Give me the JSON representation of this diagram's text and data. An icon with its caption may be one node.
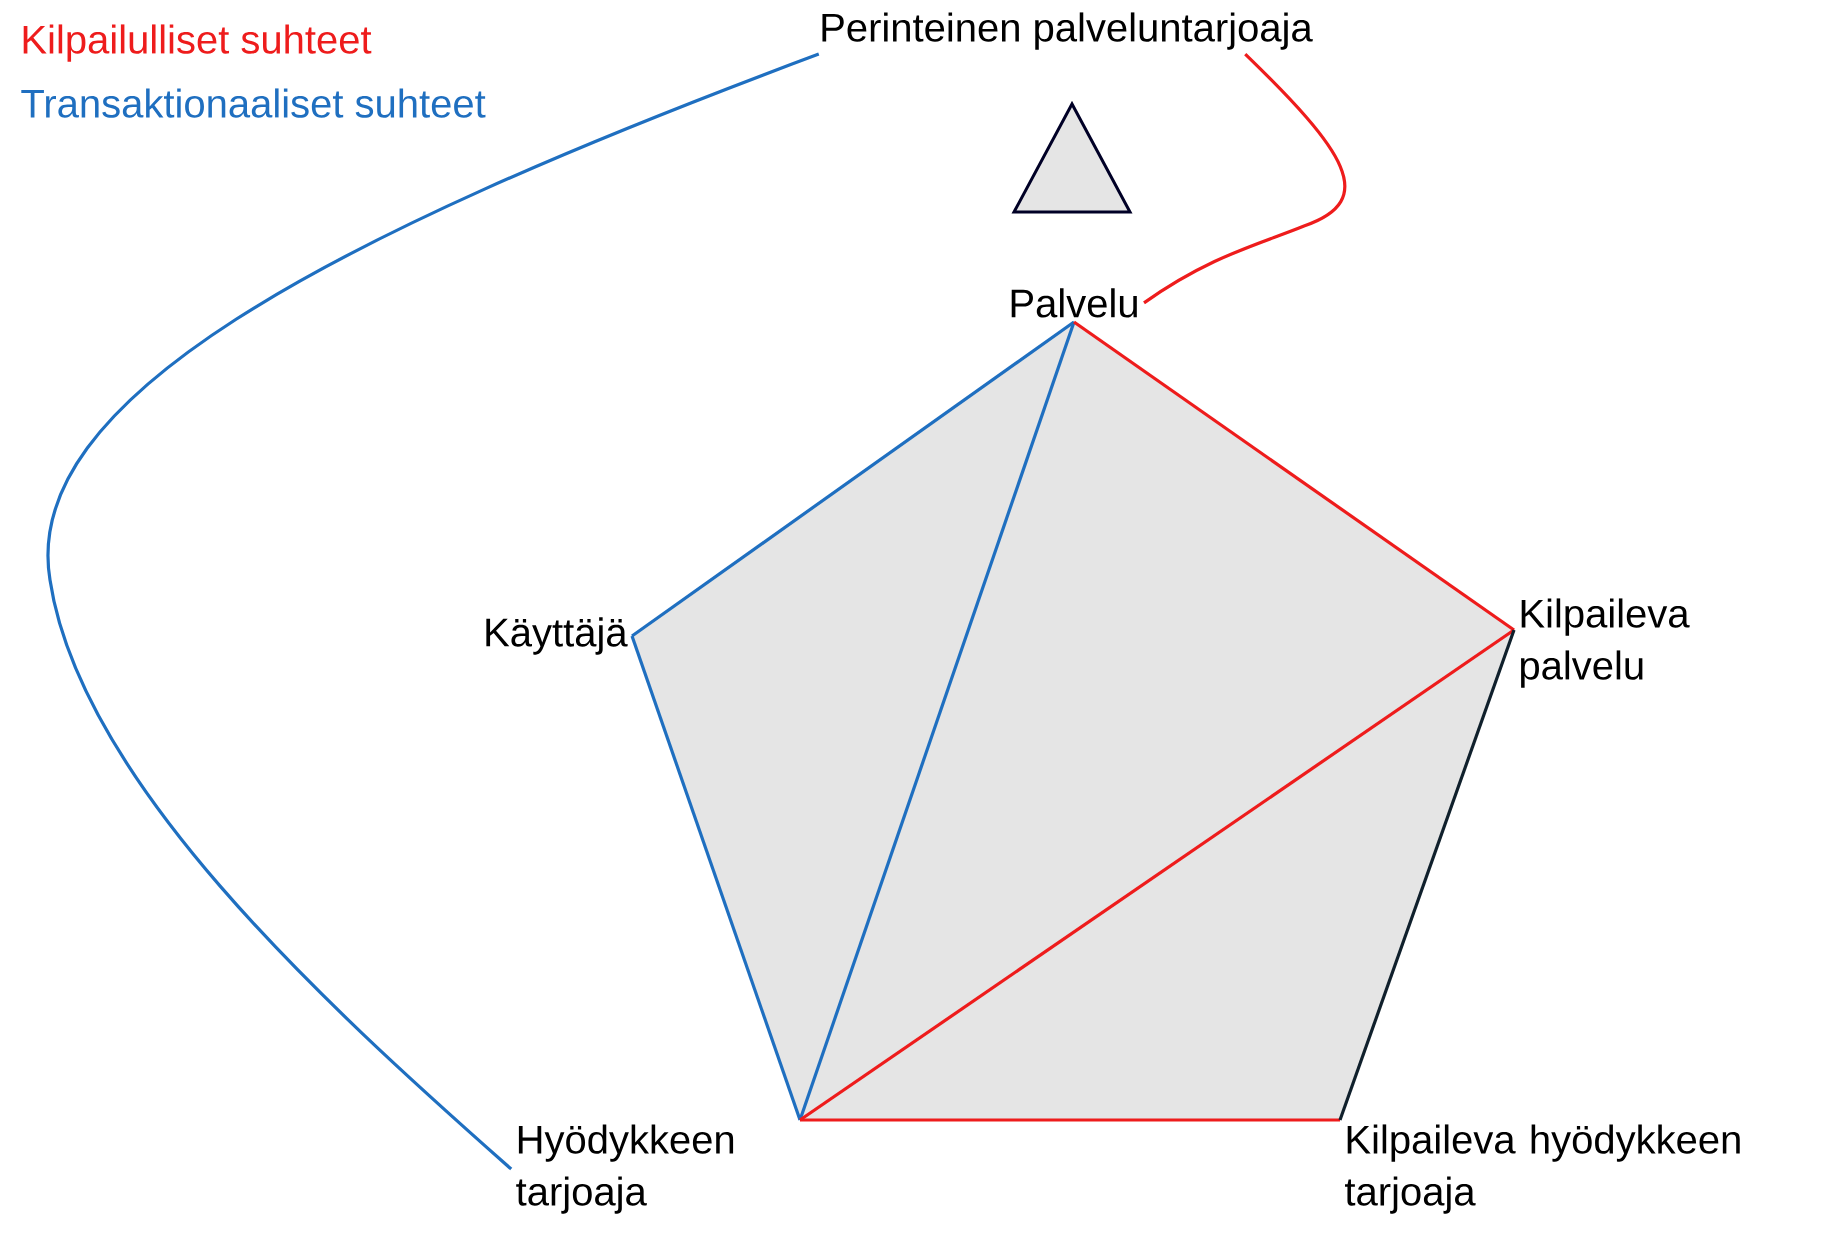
{
  "diagram": {
    "nodes": [
      {
        "text": [
          "Perinteinen palveluntarjoaja"
        ]
      },
      {
        "text": [
          "Palvelu"
        ]
      },
      {
        "text": [
          "Käyttäjä"
        ]
      },
      {
        "text": [
          "Kilpaileva palvelu"
        ]
      },
      {
        "text": [
          "Hyödykkeen tarjoaja"
        ]
      },
      {
        "text": [
          "Kilpaileva hyödykkeen tarjoaja"
        ]
      }
    ],
    "edges": [
      {
        "from": 0,
        "to": 1,
        "arrow": "none",
        "color": "#ee1c1c"
      },
      {
        "from": 0,
        "to": 4,
        "arrow": "none",
        "color": "#1f6fc0"
      },
      {
        "from": 1,
        "to": 2,
        "arrow": "none",
        "color": "#1f6fc0"
      },
      {
        "from": 1,
        "to": 4,
        "arrow": "none",
        "color": "#1f6fc0"
      },
      {
        "from": 2,
        "to": 4,
        "arrow": "none",
        "color": "#1f6fc0"
      },
      {
        "from": 1,
        "to": 3,
        "arrow": "none",
        "color": "#ee1c1c"
      },
      {
        "from": 3,
        "to": 4,
        "arrow": "none",
        "color": "#ee1c1c"
      },
      {
        "from": 4,
        "to": 5,
        "arrow": "none",
        "color": "#ee1c1c"
      },
      {
        "from": 3,
        "to": 5,
        "arrow": "none",
        "color": "#10202c"
      }
    ],
    "legend": [
      {
        "text": "Kilpailulliset suhteet",
        "color": "#ee1c1c"
      },
      {
        "text": "Transaktionaaliset suhteet",
        "color": "#1f6fc0"
      }
    ]
  }
}
